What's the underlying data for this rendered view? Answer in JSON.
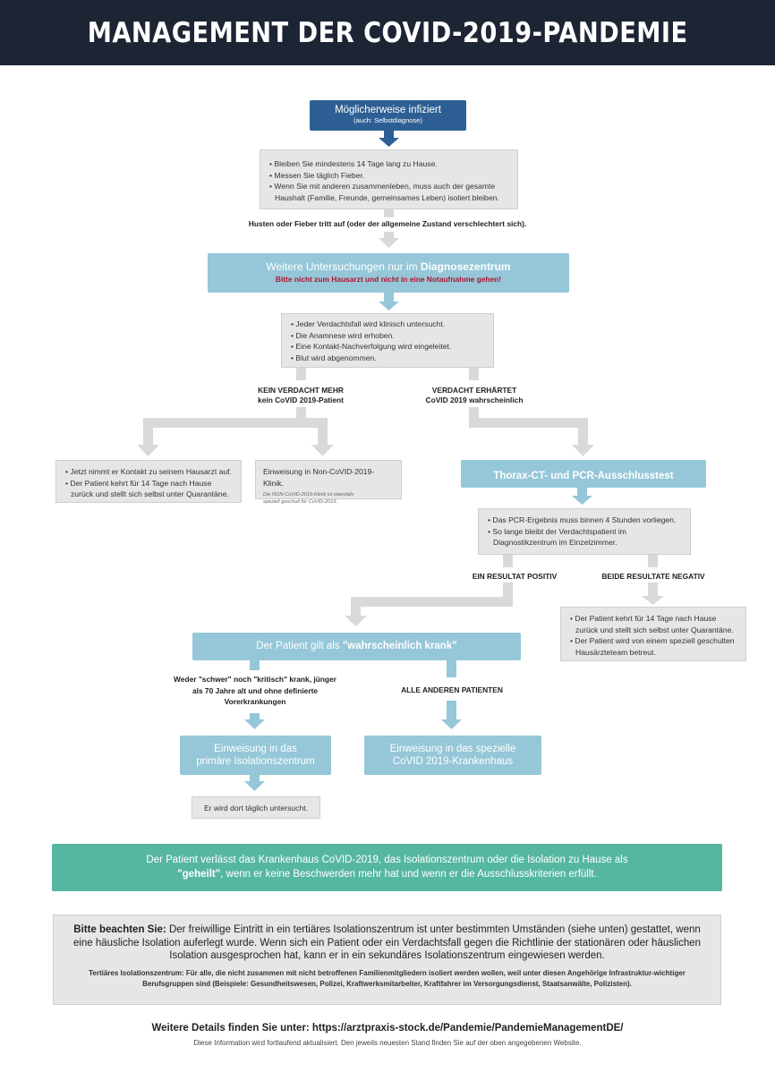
{
  "header": {
    "title": "MANAGEMENT DER COVID-2019-PANDEMIE"
  },
  "start": {
    "title": "Möglicherweise infiziert",
    "subtitle": "(auch: Selbstdiagnose)"
  },
  "home_box": {
    "items": [
      "Bleiben Sie mindestens 14 Tage lang zu Hause.",
      "Messen Sie täglich Fieber.",
      "Wenn Sie mit anderen zusammenleben, muss auch der gesamte Haushalt (Familie, Freunde, gemeinsames Leben) isoliert bleiben."
    ]
  },
  "symptom_label": "Husten oder Fieber tritt auf (oder der allgemeine Zustand verschlechtert sich).",
  "diagnose": {
    "title_prefix": "Weitere Untersuchungen nur im ",
    "title_bold": "Diagnosezentrum",
    "warning": "Bitte nicht zum Hausarzt und nicht in eine Notaufnahme gehen!"
  },
  "exam_box": {
    "items": [
      "Jeder Verdachtsfall wird klinisch untersucht.",
      "Die Anamnese wird erhoben.",
      "Eine Kontakt-Nachverfolgung wird eingeleitet.",
      "Blut wird abgenommen."
    ]
  },
  "branch_no": {
    "line1": "KEIN VERDACHT MEHR",
    "line2": "kein CoVID 2019-Patient"
  },
  "branch_yes": {
    "line1": "VERDACHT ERHÄRTET",
    "line2": "CoVID 2019 wahrscheinlich"
  },
  "gp_box": {
    "items": [
      "Jetzt nimmt er Kontakt zu seinem Hausarzt auf.",
      "Der Patient kehrt für 14 Tage nach Hause zurück und stellt sich selbst unter Quarantäne."
    ]
  },
  "noncovid_box": {
    "text": "Einweisung in Non-CoVID-2019-Klinik.",
    "note": "Die NON-CoVID-2019-Klinik ist ebenfalls speziell geschult für CoVID-2019."
  },
  "thorax": {
    "title": "Thorax-CT- und PCR-Ausschlusstest"
  },
  "pcr_box": {
    "items": [
      "Das PCR-Ergebnis muss binnen 4 Stunden vorliegen.",
      "So lange bleibt der Verdachtspatient im Diagnostikzentrum im Einzelzimmer."
    ]
  },
  "branch_positive": "EIN RESULTAT POSITIV",
  "branch_negative": "BEIDE RESULTATE NEGATIV",
  "negative_box": {
    "items": [
      "Der Patient kehrt für 14 Tage nach Hause zurück und stellt sich selbst unter Quarantäne.",
      "Der Patient wird von einem speziell geschulten Hausärzteteam betreut."
    ]
  },
  "probable": {
    "prefix": "Der Patient gilt als ",
    "bold": "\"wahrscheinlich krank\""
  },
  "mild_label": "Weder \"schwer\" noch \"kritisch\" krank, jünger als 70 Jahre alt und ohne definierte Vorerkrankungen",
  "others_label": "ALLE ANDEREN PATIENTEN",
  "primary_iso": {
    "line1": "Einweisung in das",
    "line2": "primäre Isolationszentrum"
  },
  "special_hosp": {
    "line1": "Einweisung in das spezielle",
    "line2": "CoVID 2019-Krankenhaus"
  },
  "daily_box": {
    "text": "Er wird dort täglich untersucht."
  },
  "healed": {
    "line1": "Der Patient verlässt das Krankenhaus CoVID-2019, das Isolationszentrum oder die Isolation zu Hause als",
    "bold": "\"geheilt\"",
    "line2": ", wenn er keine Beschwerden mehr hat und wenn er die Ausschlusskriterien erfüllt."
  },
  "note": {
    "bold": "Bitte beachten Sie:",
    "text": " Der freiwillige Eintritt in ein tertiäres Isolationszentrum ist unter bestimmten Umständen (siehe unten) gestattet, wenn eine häusliche Isolation auferlegt wurde. Wenn sich ein Patient oder ein Verdachtsfall gegen die Richtlinie der stationären oder häuslichen Isolation ausgesprochen hat, kann er in ein sekundäres Isolationszentrum eingewiesen werden.",
    "tertiary": "Tertiäres Isolationszentrum: Für alle, die nicht zusammen mit nicht betroffenen Familienmitgliedern isoliert werden wollen, weil unter diesen Angehörige Infrastruktur-wichtiger Berufsgruppen sind (Beispiele: Gesundheitswesen, Polizei, Kraftwerksmitarbeiter, Kraftfahrer im Versorgungsdienst, Staatsanwälte, Polizisten)."
  },
  "footer": {
    "details": "Weitere Details finden Sie unter: https://arztpraxis-stock.de/Pandemie/PandemieManagementDE/",
    "update": "Diese Information wird fortlaufend aktualisiert. Den jeweils neuesten Stand finden Sie auf der oben angegebenen Website."
  },
  "colors": {
    "header_bg": "#1d2535",
    "start_box": "#2e5f94",
    "teal_box": "#95c7d8",
    "green_box": "#56b7a1",
    "gray_box": "#e6e6e6",
    "warning_red": "#b3122e"
  }
}
